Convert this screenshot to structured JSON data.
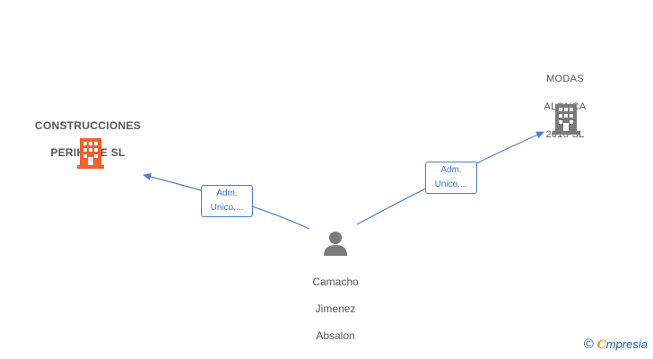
{
  "nodes": {
    "company_left": {
      "name_line1": "CONSTRUCCIONES",
      "name_line2": "PERIKENE  SL",
      "icon": "building-icon",
      "color": "#f06030"
    },
    "company_right": {
      "name_line1": "MODAS",
      "name_line2": "ALONCA",
      "name_line3": "2018  SL",
      "icon": "building-icon",
      "color": "#7a7a7a"
    },
    "person": {
      "name_line1": "Camacho",
      "name_line2": "Jimenez",
      "name_line3": "Absalon",
      "icon": "person-icon",
      "color": "#7a7a7a"
    }
  },
  "edges": {
    "left": {
      "line1": "Adm.",
      "line2": "Unico,..."
    },
    "right": {
      "line1": "Adm.",
      "line2": "Unico,..."
    }
  },
  "edge_color": "#4a7fd4",
  "watermark": {
    "copyright": "©",
    "brand_first": "C",
    "brand_rest": "mpresia"
  }
}
